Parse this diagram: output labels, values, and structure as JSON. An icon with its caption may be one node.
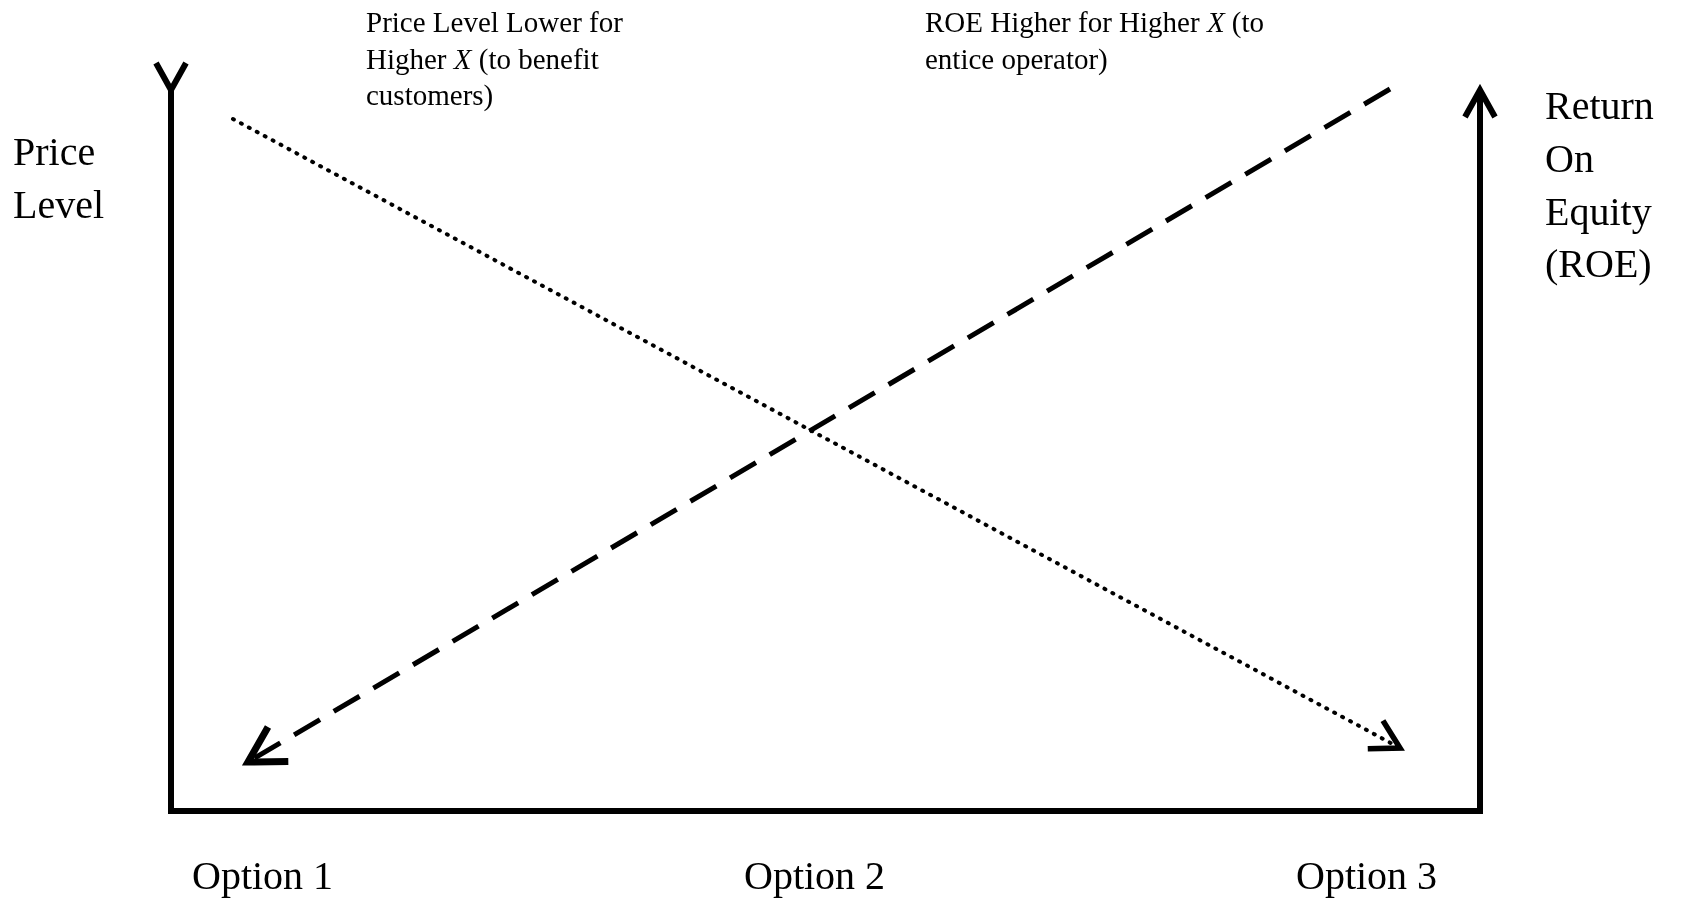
{
  "diagram": {
    "labels": [
      "Price Level Lower for Higher *X* (to benefit customers)",
      "ROE Higher for Higher *X* (to entice operator)",
      "Return On Equity (ROE)",
      "Price Level",
      "Option 1",
      "Option 2",
      "Option 3"
    ]
  }
}
